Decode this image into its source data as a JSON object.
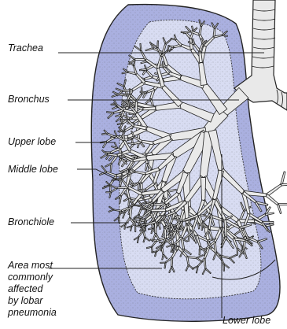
{
  "labels": {
    "trachea": "Trachea",
    "bronchus": "Bronchus",
    "upper_lobe": "Upper lobe",
    "middle_lobe": "Middle lobe",
    "bronchiole": "Bronchiole",
    "area_most": "Area most\ncommonly\naffected\nby lobar\npneumonia",
    "lower_lobe": "Lower lobe"
  },
  "colors": {
    "lobe_outer": "#aab0e0",
    "lobe_inner": "#d8dcf2",
    "airway": "#e9e9e9",
    "stroke": "#222222"
  }
}
